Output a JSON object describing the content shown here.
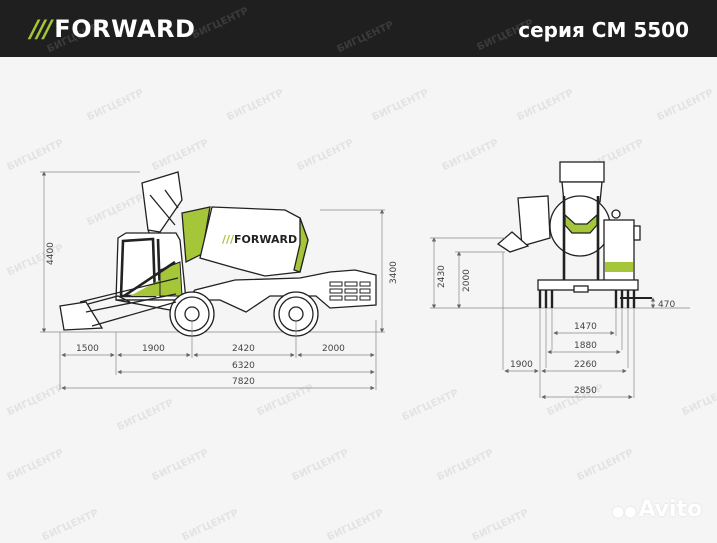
{
  "header": {
    "brand_slashes": "///",
    "brand_name": "FORWARD",
    "series_title": "серия CM 5500"
  },
  "colors": {
    "header_bg": "#1f1f1f",
    "accent_green": "#a6c63a",
    "background": "#f5f5f5",
    "line": "#222222"
  },
  "watermark": {
    "text": "БИГЦЕНТР",
    "icon": "grid-square-icon"
  },
  "side_view": {
    "drum_label": "FORWARD",
    "drum_slashes": "///",
    "height_total": "4400",
    "height_rear": "3400",
    "lengths": {
      "bucket": "1500",
      "front_to_axle": "1900",
      "wheelbase": "2420",
      "rear_overhang": "2000",
      "body_length": "6320",
      "total_length": "7820"
    }
  },
  "front_view": {
    "height_discharge_max": "2430",
    "height_discharge_min": "2000",
    "ground_clearance": "470",
    "track_inner": "1470",
    "track": "1880",
    "chute_reach": "1900",
    "width_body": "2260",
    "width_total": "2850"
  },
  "footer": {
    "platform_logo": "Avito"
  }
}
